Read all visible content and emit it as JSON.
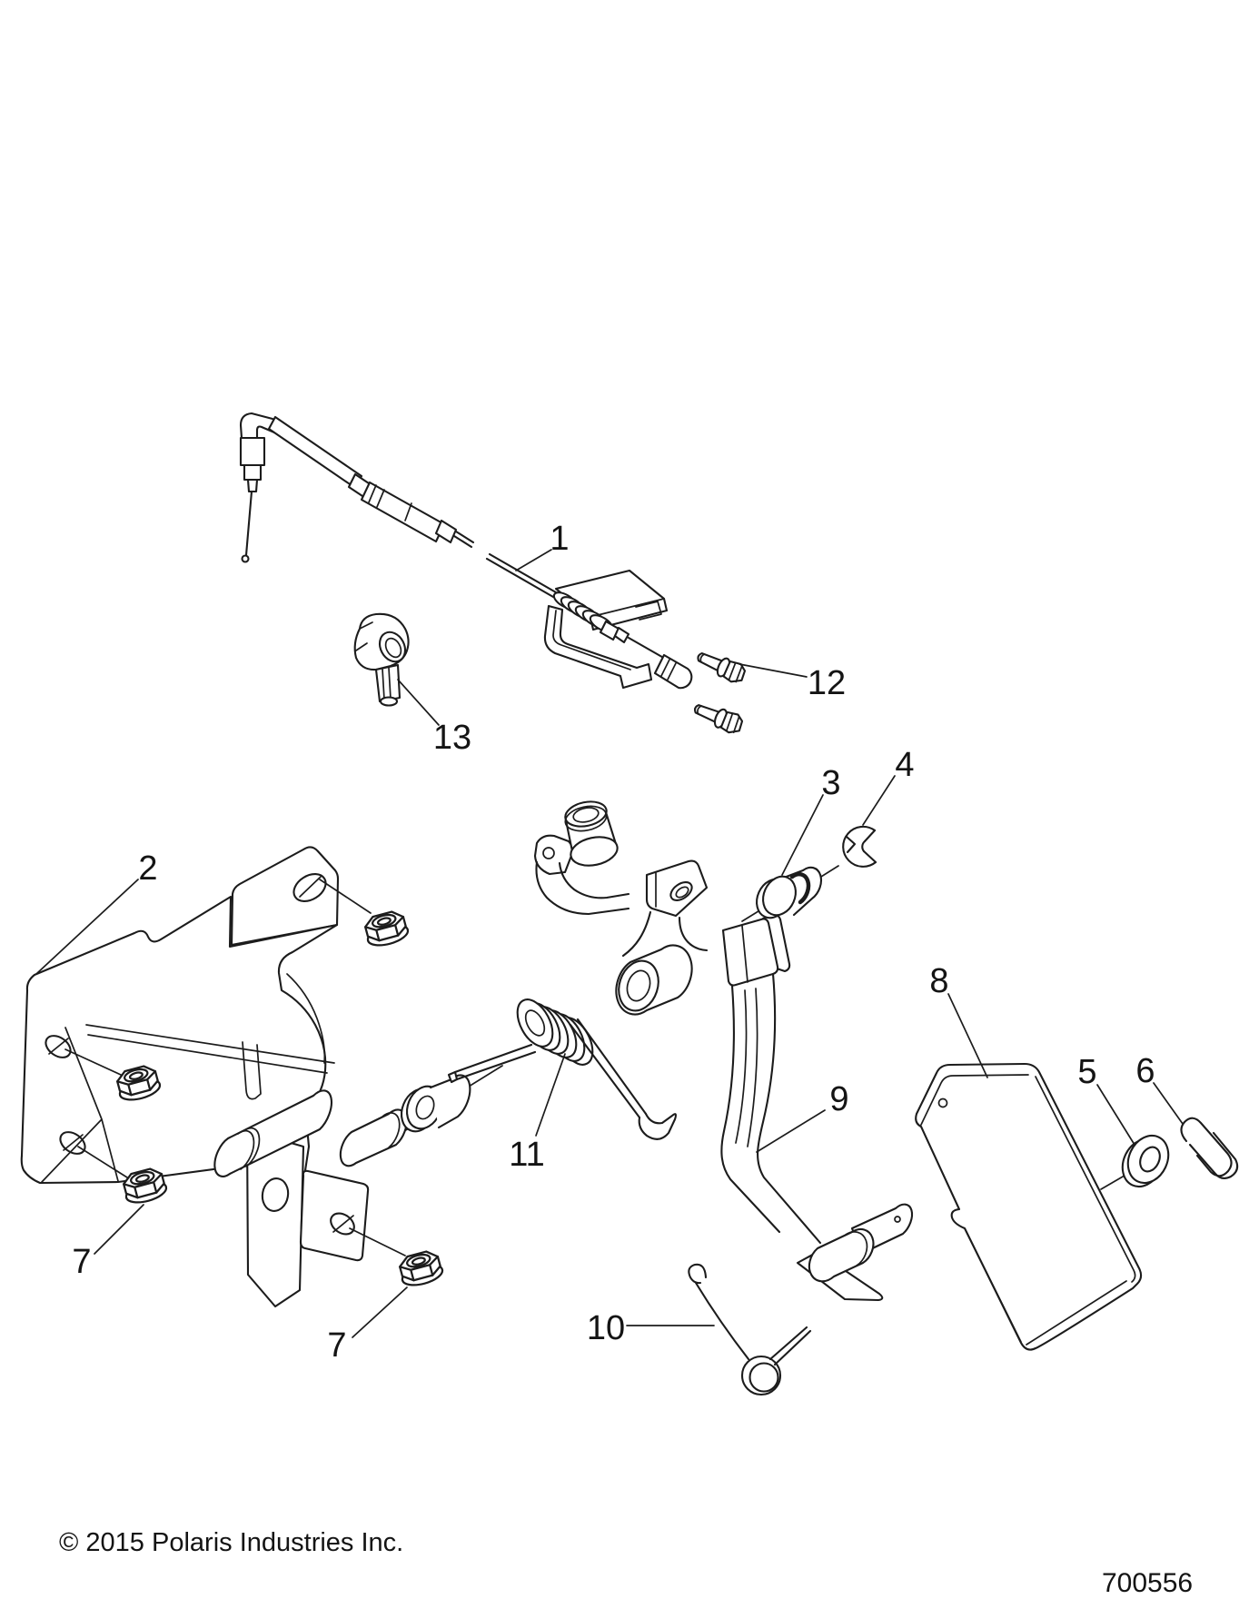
{
  "diagram": {
    "type": "exploded-parts-diagram",
    "callouts": [
      {
        "label": "1",
        "ref": "throttle-cable"
      },
      {
        "label": "2",
        "ref": "mounting-bracket"
      },
      {
        "label": "3",
        "ref": "pivot-bushing"
      },
      {
        "label": "4",
        "ref": "e-clip"
      },
      {
        "label": "5",
        "ref": "washer"
      },
      {
        "label": "6",
        "ref": "hairpin-clip"
      },
      {
        "label": "7",
        "ref": "flange-nut-left"
      },
      {
        "label": "7",
        "ref": "flange-nut-right"
      },
      {
        "label": "8",
        "ref": "pedal-pad"
      },
      {
        "label": "9",
        "ref": "pedal-arm"
      },
      {
        "label": "10",
        "ref": "return-spring"
      },
      {
        "label": "11",
        "ref": "torsion-spring"
      },
      {
        "label": "12",
        "ref": "mounting-bolts"
      },
      {
        "label": "13",
        "ref": "cable-retainer"
      }
    ],
    "footer": {
      "copyright": "© 2015 Polaris Industries Inc.",
      "figure_number": "700556"
    }
  }
}
